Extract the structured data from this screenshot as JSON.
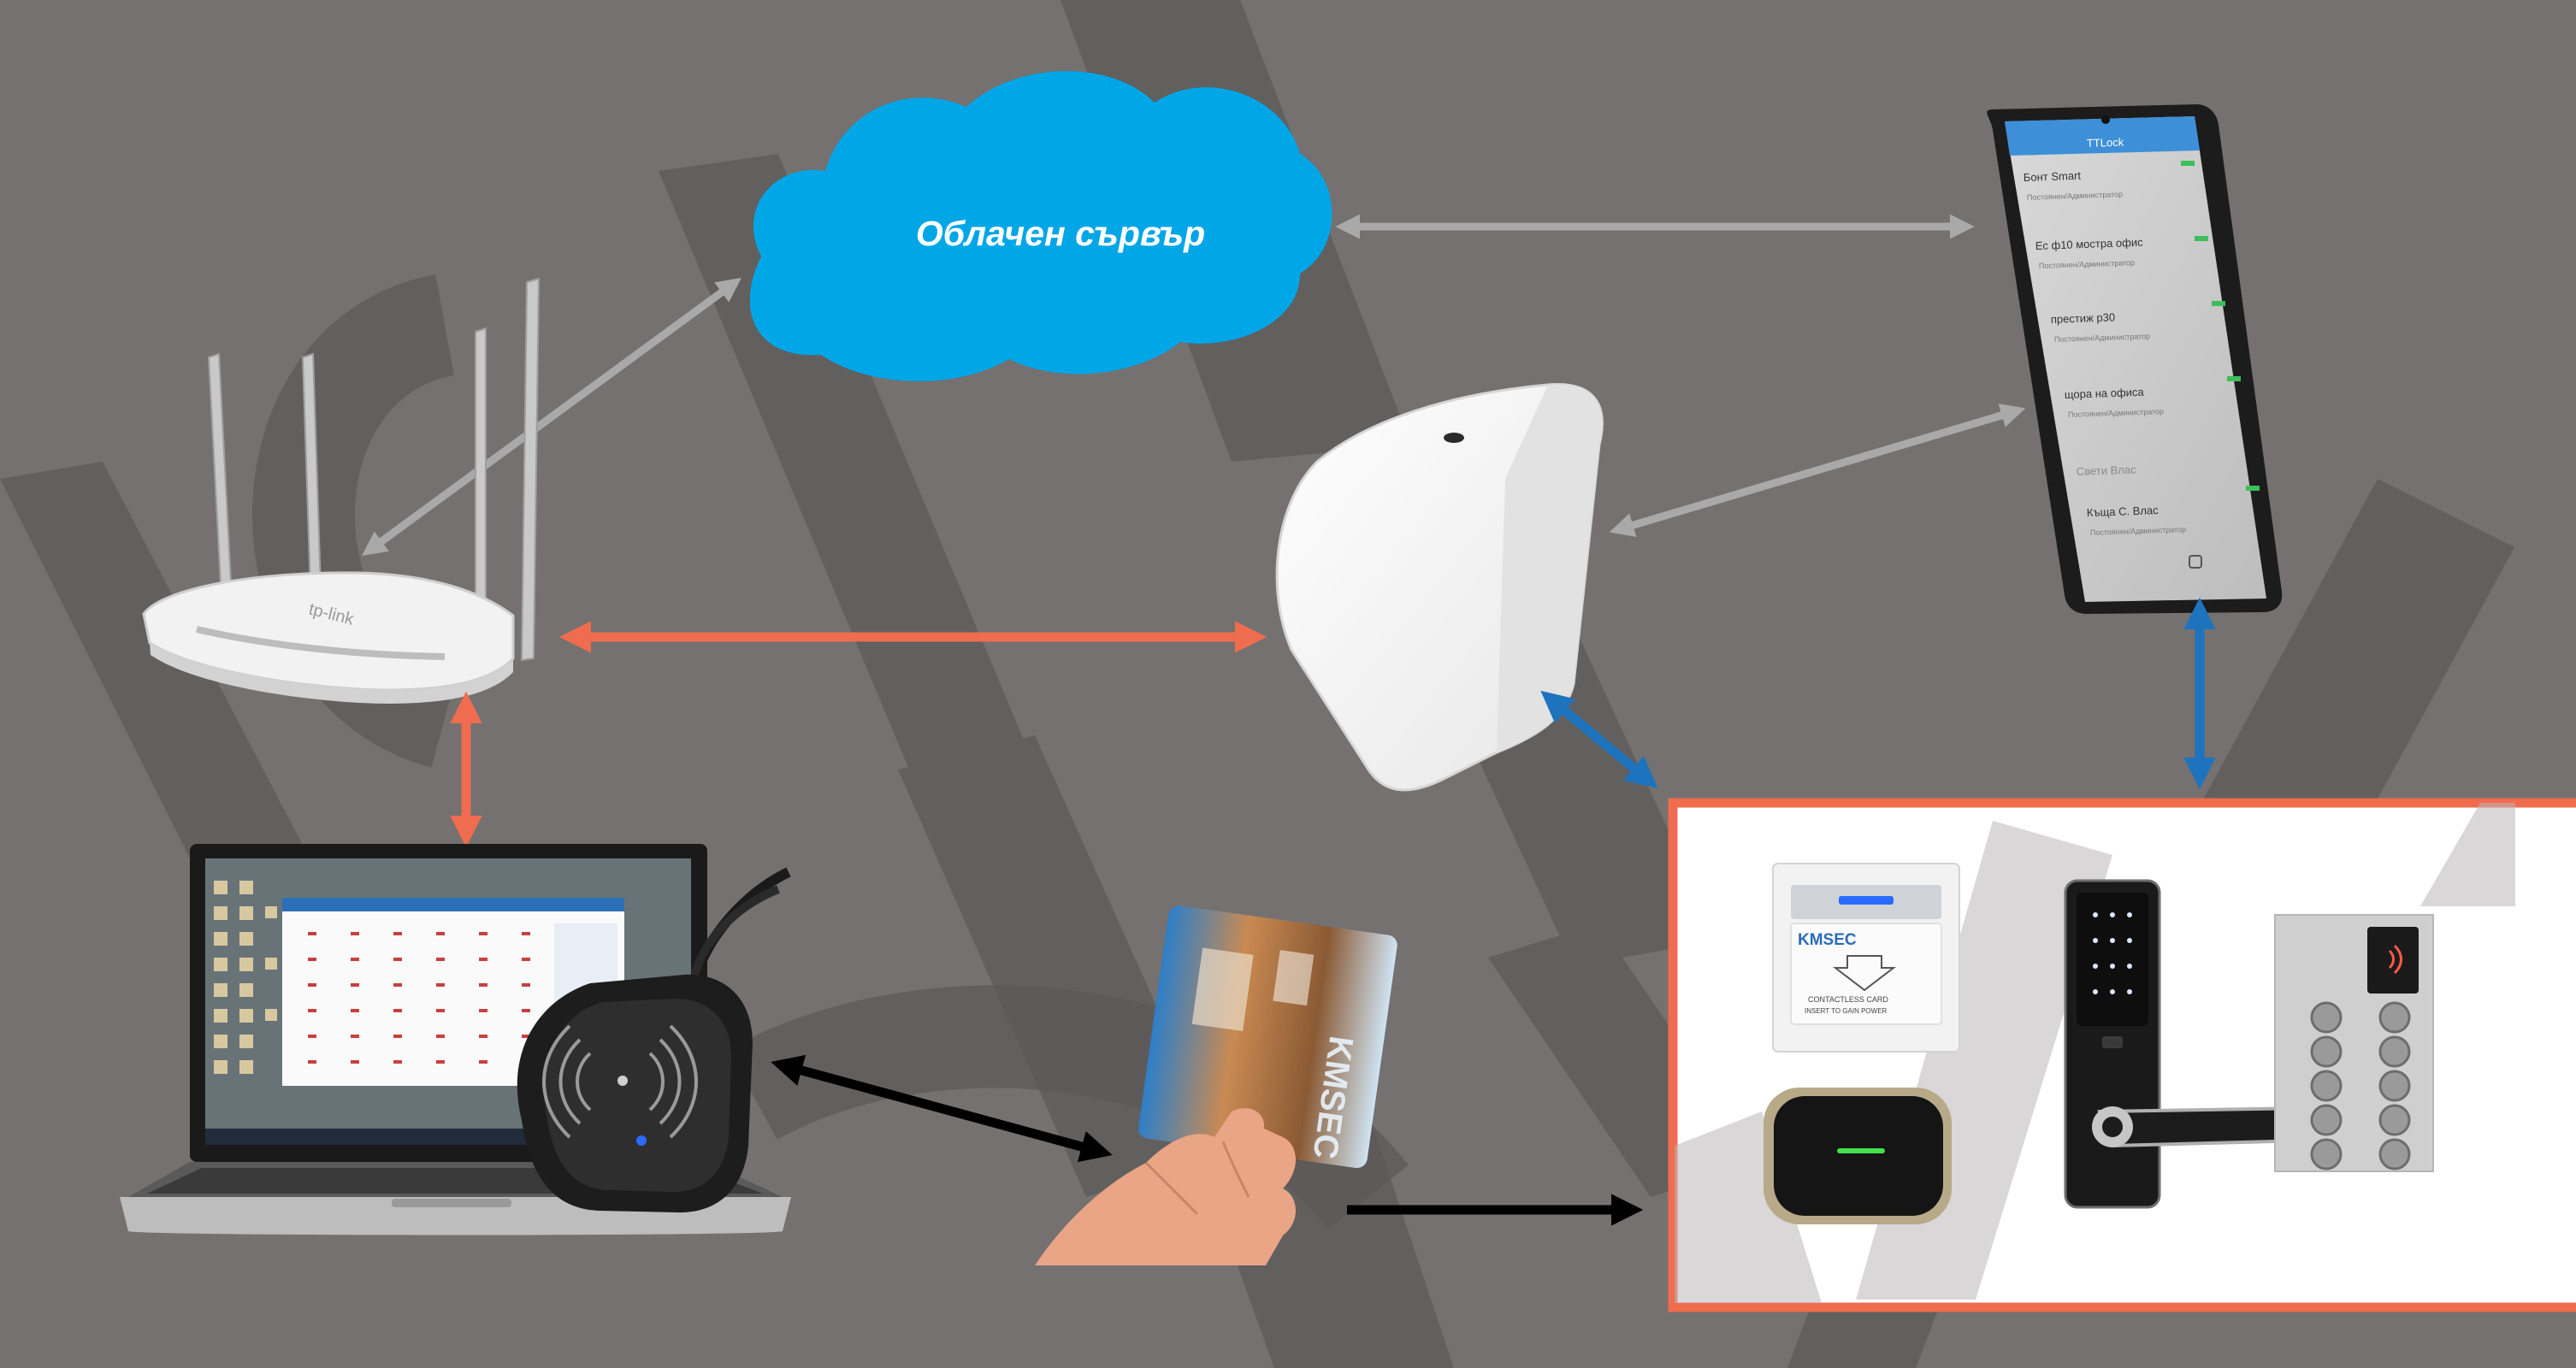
{
  "cloud": {
    "label": "Облачен сървър"
  },
  "phone": {
    "app_title": "TTLock",
    "items": [
      {
        "name": "Бонт Smart",
        "sub": "Постоянен/Администратор"
      },
      {
        "name": "Ес ф10 мостра офис",
        "sub": "Постоянен/Администратор"
      },
      {
        "name": "престиж р30",
        "sub": "Постоянен/Администратор"
      },
      {
        "name": "щора на офиса",
        "sub": "Постоянен/Администратор"
      },
      {
        "name": "Свети Влас",
        "sub": ""
      },
      {
        "name": "Къща С. Влас",
        "sub": "Постоянен/Администратор"
      }
    ]
  },
  "switch": {
    "brand": "KMSEC",
    "line1": "CONTACTLESS CARD",
    "line2": "INSERT TO GAIN POWER"
  },
  "card": {
    "brand": "KMSEC"
  },
  "colors": {
    "background": "#757171",
    "stripe": "#5c5959",
    "cloud": "#00a6e6",
    "orange": "#ef6c4e",
    "blue": "#1d73bd",
    "gray_arrow": "#a6a6a6",
    "black_arrow": "#000000"
  }
}
